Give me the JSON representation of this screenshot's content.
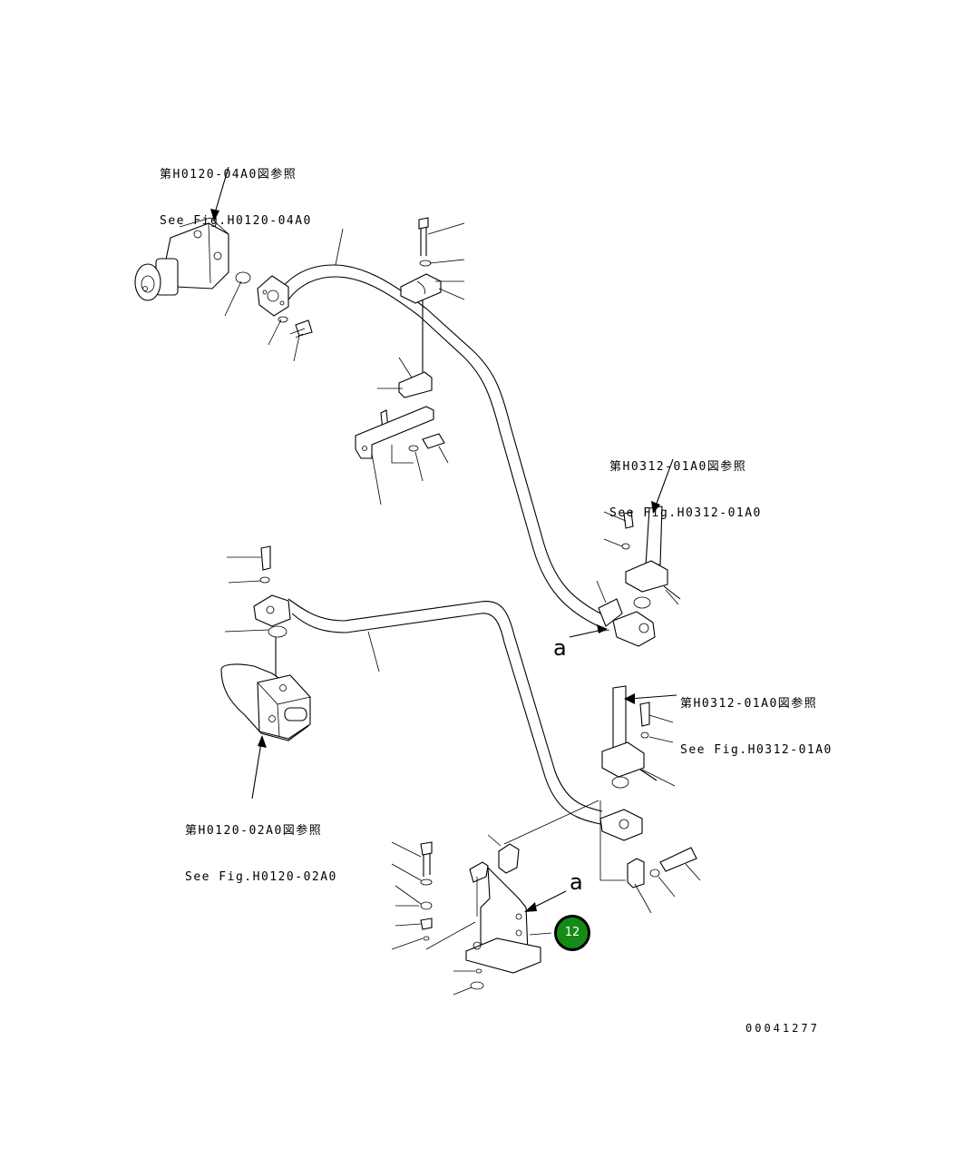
{
  "references": [
    {
      "jp": "第H0120-04A0図参照",
      "en": "See Fig.H0120-04A0"
    },
    {
      "jp": "第H0312-01A0図参照",
      "en": "See Fig.H0312-01A0"
    },
    {
      "jp": "第H0312-01A0図参照",
      "en": "See Fig.H0312-01A0"
    },
    {
      "jp": "第H0120-02A0図参照",
      "en": "See Fig.H0120-02A0"
    }
  ],
  "connection_letter": "a",
  "callout_badge": {
    "label": "12",
    "color": "#168a16"
  },
  "drawing_number": "00041277"
}
